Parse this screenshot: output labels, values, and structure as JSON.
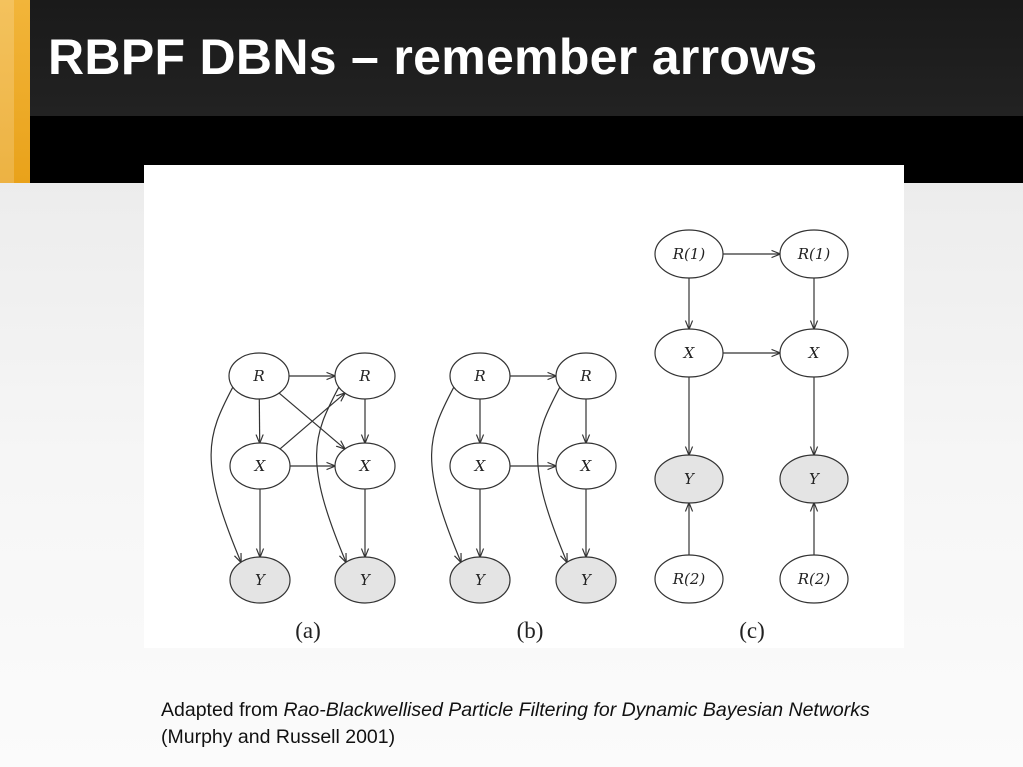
{
  "slide": {
    "title": "RBPF DBNs – remember arrows",
    "accent_color": "#e9a21a",
    "header_color": "#1a1a1a"
  },
  "figure": {
    "panels": [
      {
        "id": "a",
        "label": "(a)",
        "nodes": [
          {
            "id": "R_t0",
            "label": "R",
            "observed": false
          },
          {
            "id": "R_t1",
            "label": "R",
            "observed": false
          },
          {
            "id": "X_t0",
            "label": "X",
            "observed": false
          },
          {
            "id": "X_t1",
            "label": "X",
            "observed": false
          },
          {
            "id": "Y_t0",
            "label": "Y",
            "observed": true
          },
          {
            "id": "Y_t1",
            "label": "Y",
            "observed": true
          }
        ],
        "edges": [
          [
            "R_t0",
            "R_t1"
          ],
          [
            "R_t0",
            "X_t0"
          ],
          [
            "R_t0",
            "Y_t0"
          ],
          [
            "R_t0",
            "X_t1"
          ],
          [
            "X_t0",
            "Y_t0"
          ],
          [
            "X_t0",
            "X_t1"
          ],
          [
            "X_t0",
            "R_t1"
          ],
          [
            "R_t1",
            "X_t1"
          ],
          [
            "R_t1",
            "Y_t1"
          ],
          [
            "X_t1",
            "Y_t1"
          ]
        ]
      },
      {
        "id": "b",
        "label": "(b)",
        "nodes": [
          {
            "id": "R_t0",
            "label": "R",
            "observed": false
          },
          {
            "id": "R_t1",
            "label": "R",
            "observed": false
          },
          {
            "id": "X_t0",
            "label": "X",
            "observed": false
          },
          {
            "id": "X_t1",
            "label": "X",
            "observed": false
          },
          {
            "id": "Y_t0",
            "label": "Y",
            "observed": true
          },
          {
            "id": "Y_t1",
            "label": "Y",
            "observed": true
          }
        ],
        "edges": [
          [
            "R_t0",
            "R_t1"
          ],
          [
            "R_t0",
            "X_t0"
          ],
          [
            "R_t0",
            "Y_t0"
          ],
          [
            "X_t0",
            "Y_t0"
          ],
          [
            "X_t0",
            "X_t1"
          ],
          [
            "R_t1",
            "X_t1"
          ],
          [
            "R_t1",
            "Y_t1"
          ],
          [
            "X_t1",
            "Y_t1"
          ]
        ]
      },
      {
        "id": "c",
        "label": "(c)",
        "nodes": [
          {
            "id": "R1_t0",
            "label": "R(1)",
            "observed": false
          },
          {
            "id": "R1_t1",
            "label": "R(1)",
            "observed": false
          },
          {
            "id": "X_t0",
            "label": "X",
            "observed": false
          },
          {
            "id": "X_t1",
            "label": "X",
            "observed": false
          },
          {
            "id": "Y_t0",
            "label": "Y",
            "observed": true
          },
          {
            "id": "Y_t1",
            "label": "Y",
            "observed": true
          },
          {
            "id": "R2_t0",
            "label": "R(2)",
            "observed": false
          },
          {
            "id": "R2_t1",
            "label": "R(2)",
            "observed": false
          }
        ],
        "edges": [
          [
            "R1_t0",
            "R1_t1"
          ],
          [
            "R1_t0",
            "X_t0"
          ],
          [
            "R1_t1",
            "X_t1"
          ],
          [
            "X_t0",
            "X_t1"
          ],
          [
            "X_t0",
            "Y_t0"
          ],
          [
            "X_t1",
            "Y_t1"
          ],
          [
            "R2_t0",
            "Y_t0"
          ],
          [
            "R2_t1",
            "Y_t1"
          ]
        ]
      }
    ],
    "observed_fill": "#e4e4e4"
  },
  "caption": {
    "prefix": "Adapted from ",
    "title": "Rao-Blackwellised Particle Filtering for Dynamic Bayesian Networks",
    "suffix": " (Murphy and Russell 2001)"
  }
}
